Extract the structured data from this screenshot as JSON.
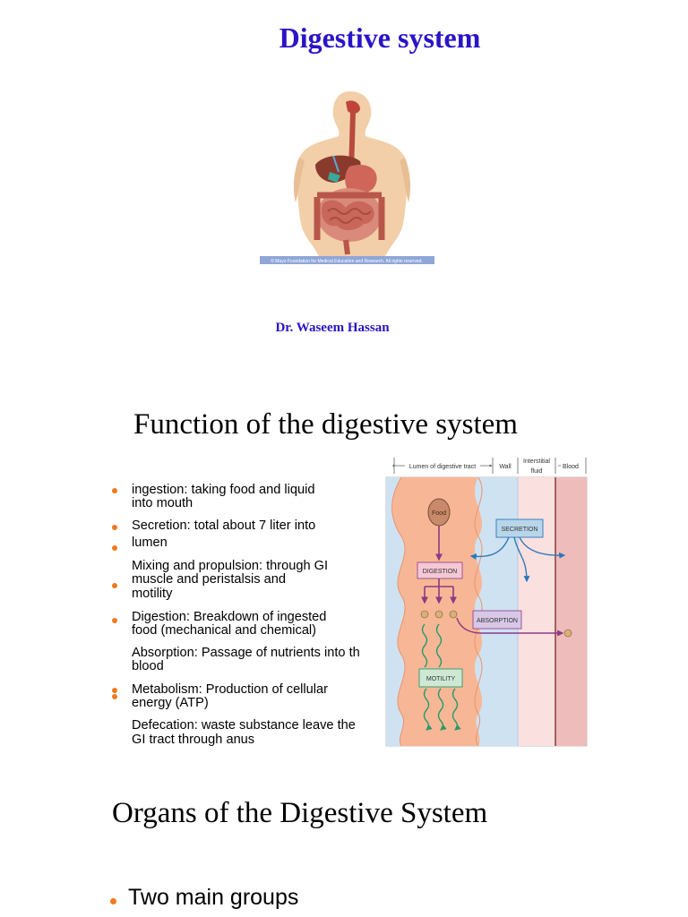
{
  "slide1": {
    "title": "Digestive system",
    "credit": "© Mayo Foundation for Medical Education and Research. All rights reserved.",
    "author": "Dr. Waseem Hassan"
  },
  "slide2": {
    "heading": "Function of the digestive system",
    "bullets": {
      "ingestion_1": "ingestion:        taking food and liquid",
      "ingestion_2": "into  mouth",
      "secretion_1": "Secretion:         total about 7 liter into",
      "secretion_2": "lumen",
      "mixing_1": "Mixing and propulsion: through GI",
      "mixing_2": " muscle and peristalsis and",
      "mixing_3": "motility",
      "digestion_1": "Digestion:       Breakdown of ingested",
      "digestion_2": "food  (mechanical and chemical)",
      "absorption_1": "Absorption: Passage of nutrients into th",
      "absorption_2": " blood",
      "metabolism_1": "Metabolism: Production of cellular",
      "metabolism_2": " energy (ATP)",
      "defecation_1": "Defecation: waste substance leave the",
      "defecation_2": " GI tract through anus"
    },
    "diagram": {
      "col_lumen": "Lumen of digestive tract",
      "col_wall": "Wall",
      "col_interstitial_1": "Interstitial",
      "col_interstitial_2": "fluid",
      "col_blood": "Blood",
      "food": "Food",
      "secretion": "SECRETION",
      "digestion": "DIGESTION",
      "absorption": "ABSORPTION",
      "motility": "MOTILITY"
    }
  },
  "slide3": {
    "heading": "Organs of the Digestive System",
    "bullet": "Two main groups"
  },
  "colors": {
    "title_blue": "#2a14c8",
    "bullet_orange": "#f07a1e"
  }
}
